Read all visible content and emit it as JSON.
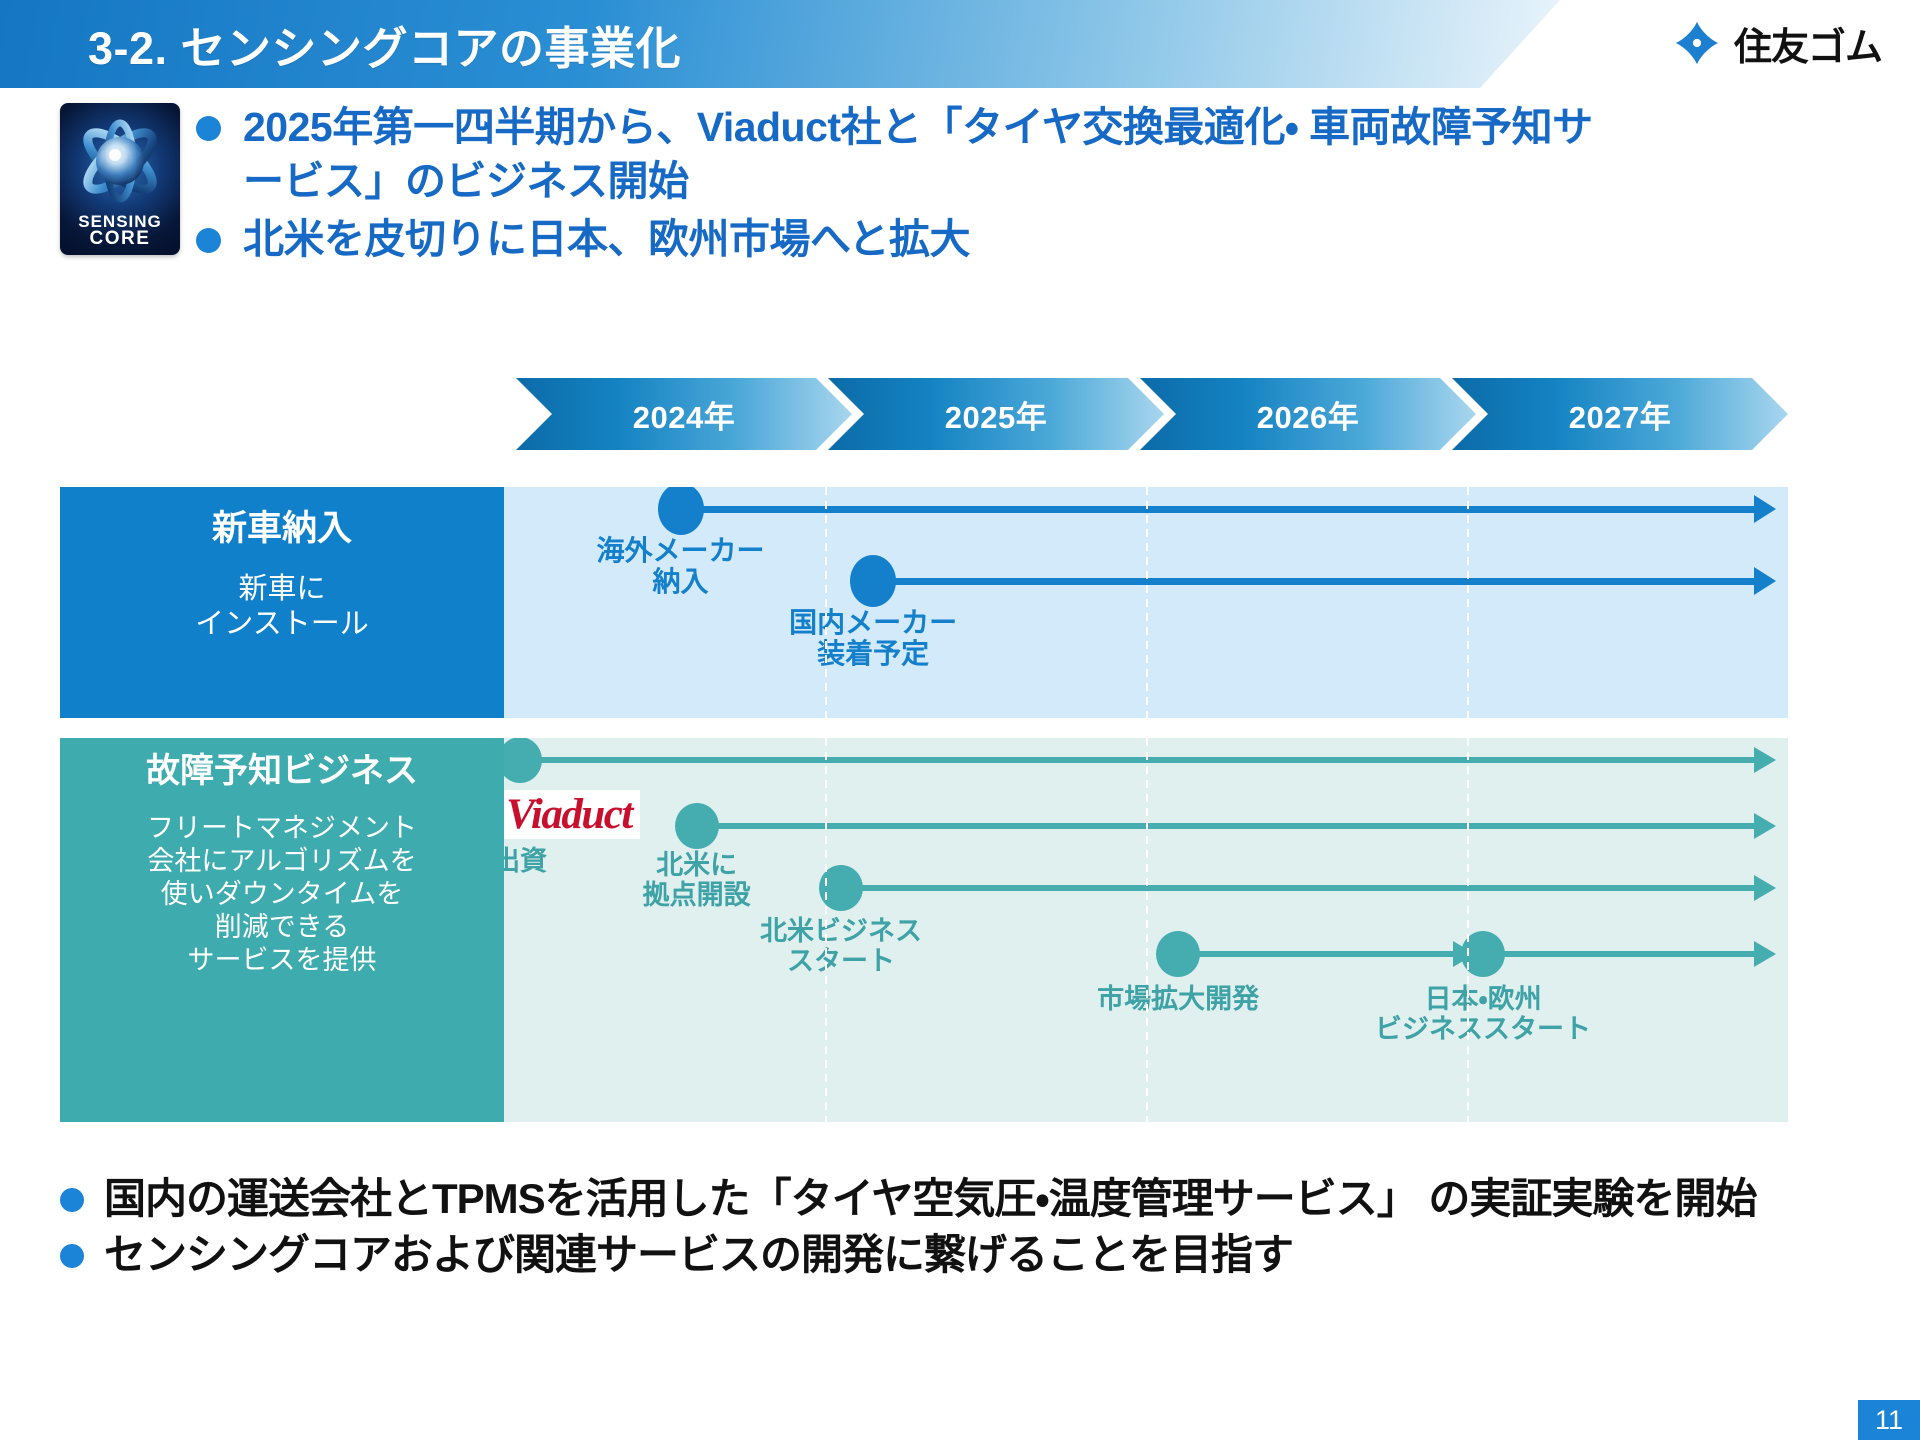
{
  "header": {
    "title": "3-2. センシングコアの事業化",
    "brand_name": "住友ゴム",
    "brand_color": "#1c7fd0"
  },
  "sensing_logo": {
    "line1": "SENSING",
    "line2": "CORE"
  },
  "top_bullets": [
    "2025年第一四半期から、Viaduct社と「タイヤ交換最適化・\n車両故障予知サービス」のビジネス開始",
    "北米を皮切りに日本、欧州市場へと拡大"
  ],
  "timeline": {
    "years": [
      "2024年",
      "2025年",
      "2026年",
      "2027年"
    ],
    "rows": [
      {
        "id": "row1",
        "title": "新車納入",
        "subtitle": "新車に\nインストール",
        "label_bg": "#1180cb",
        "track_bg": "#d3eafb",
        "accent": "#1480cb",
        "milestones": [
          {
            "label": "海外メーカー\n納入",
            "start_year": 2024.55
          },
          {
            "label": "国内メーカー\n装着予定",
            "start_year": 2025.15
          }
        ]
      },
      {
        "id": "row2",
        "title": "故障予知ビジネス",
        "subtitle": "フリートマネジメント\n会社にアルゴリズムを\n使いダウンタイムを\n削減できる\nサービスを提供",
        "label_bg": "#3eabae",
        "track_bg": "#dff0ef",
        "accent": "#45adb0",
        "partner_logo": "Viaduct",
        "milestones": [
          {
            "label": "出資",
            "start_year": 2024.05
          },
          {
            "label": "北米に\n拠点開設",
            "start_year": 2024.6
          },
          {
            "label": "北米ビジネス\nスタート",
            "start_year": 2025.05
          },
          {
            "label": "市場拡大開発",
            "start_year": 2026.1
          },
          {
            "label": "日本・欧州\nビジネススタート",
            "start_year": 2027.05
          }
        ]
      }
    ]
  },
  "bottom_bullets": [
    "国内の運送会社とTPMSを活用した「タイヤ空気圧・温度管理サービス」\nの実証実験を開始",
    "センシングコアおよび関連サービスの開発に繋げることを目指す"
  ],
  "page_number": "11"
}
